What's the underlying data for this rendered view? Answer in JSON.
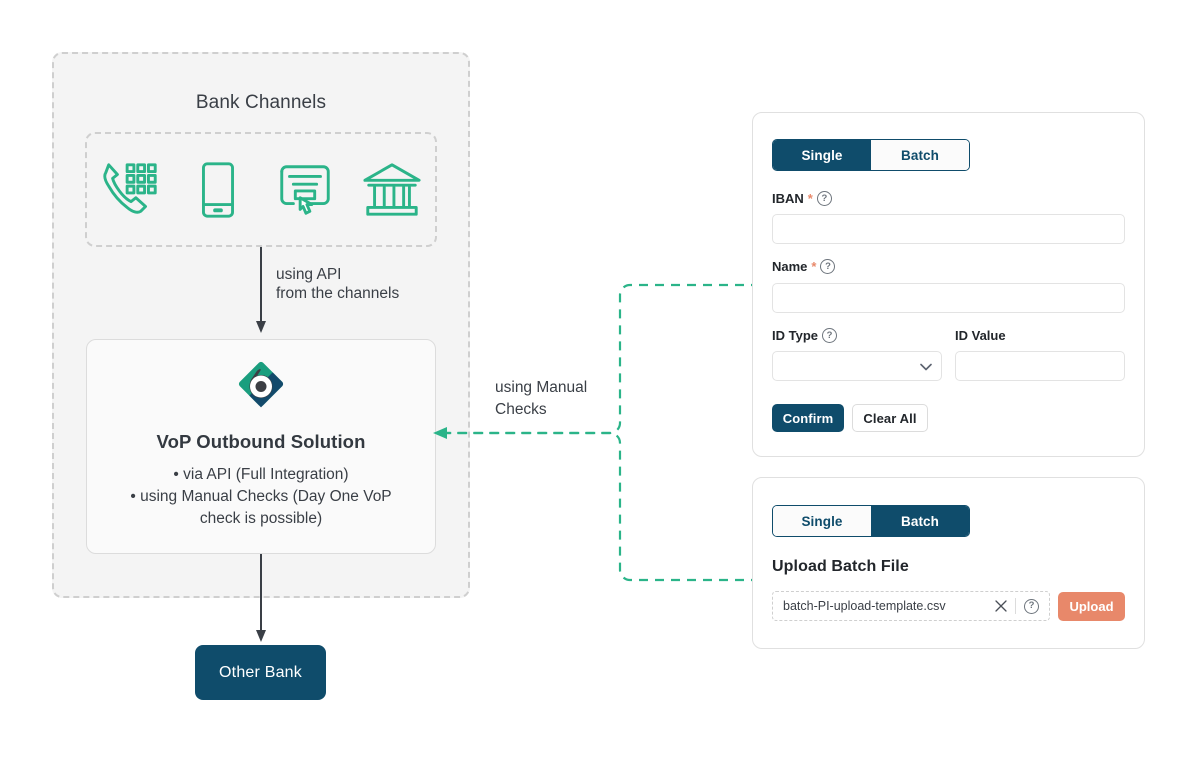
{
  "diagram": {
    "bank_channels_title": "Bank Channels",
    "channel_icons": [
      "phone-keypad-icon",
      "mobile-phone-icon",
      "online-banking-click-icon",
      "bank-building-icon"
    ],
    "api_label_line1": "using API",
    "api_label_line2": "from the channels",
    "manual_label_line1": "using Manual",
    "manual_label_line2": "Checks",
    "vop": {
      "title": "VoP Outbound Solution",
      "bullets": [
        "• via API (Full Integration)",
        "• using Manual Checks (Day One VoP",
        "check is possible)"
      ]
    },
    "other_bank_label": "Other Bank"
  },
  "single_panel": {
    "tabs": [
      {
        "label": "Single",
        "active": true
      },
      {
        "label": "Batch",
        "active": false
      }
    ],
    "fields": {
      "iban_label": "IBAN",
      "iban_required": "*",
      "iban_value": "",
      "name_label": "Name",
      "name_required": "*",
      "name_value": "",
      "id_type_label": "ID Type",
      "id_type_value": "",
      "id_value_label": "ID Value",
      "id_value_value": ""
    },
    "buttons": {
      "confirm": "Confirm",
      "clear_all": "Clear All"
    }
  },
  "batch_panel": {
    "tabs": [
      {
        "label": "Single",
        "active": false
      },
      {
        "label": "Batch",
        "active": true
      }
    ],
    "upload_title": "Upload Batch File",
    "file_name": "batch-PI-upload-template.csv",
    "upload_button": "Upload"
  },
  "colors": {
    "navy": "#0f4c6b",
    "teal": "#2bb489",
    "coral": "#e8886a",
    "panel_bg": "#f4f4f4",
    "dashed_gray": "#cfcfcf"
  }
}
